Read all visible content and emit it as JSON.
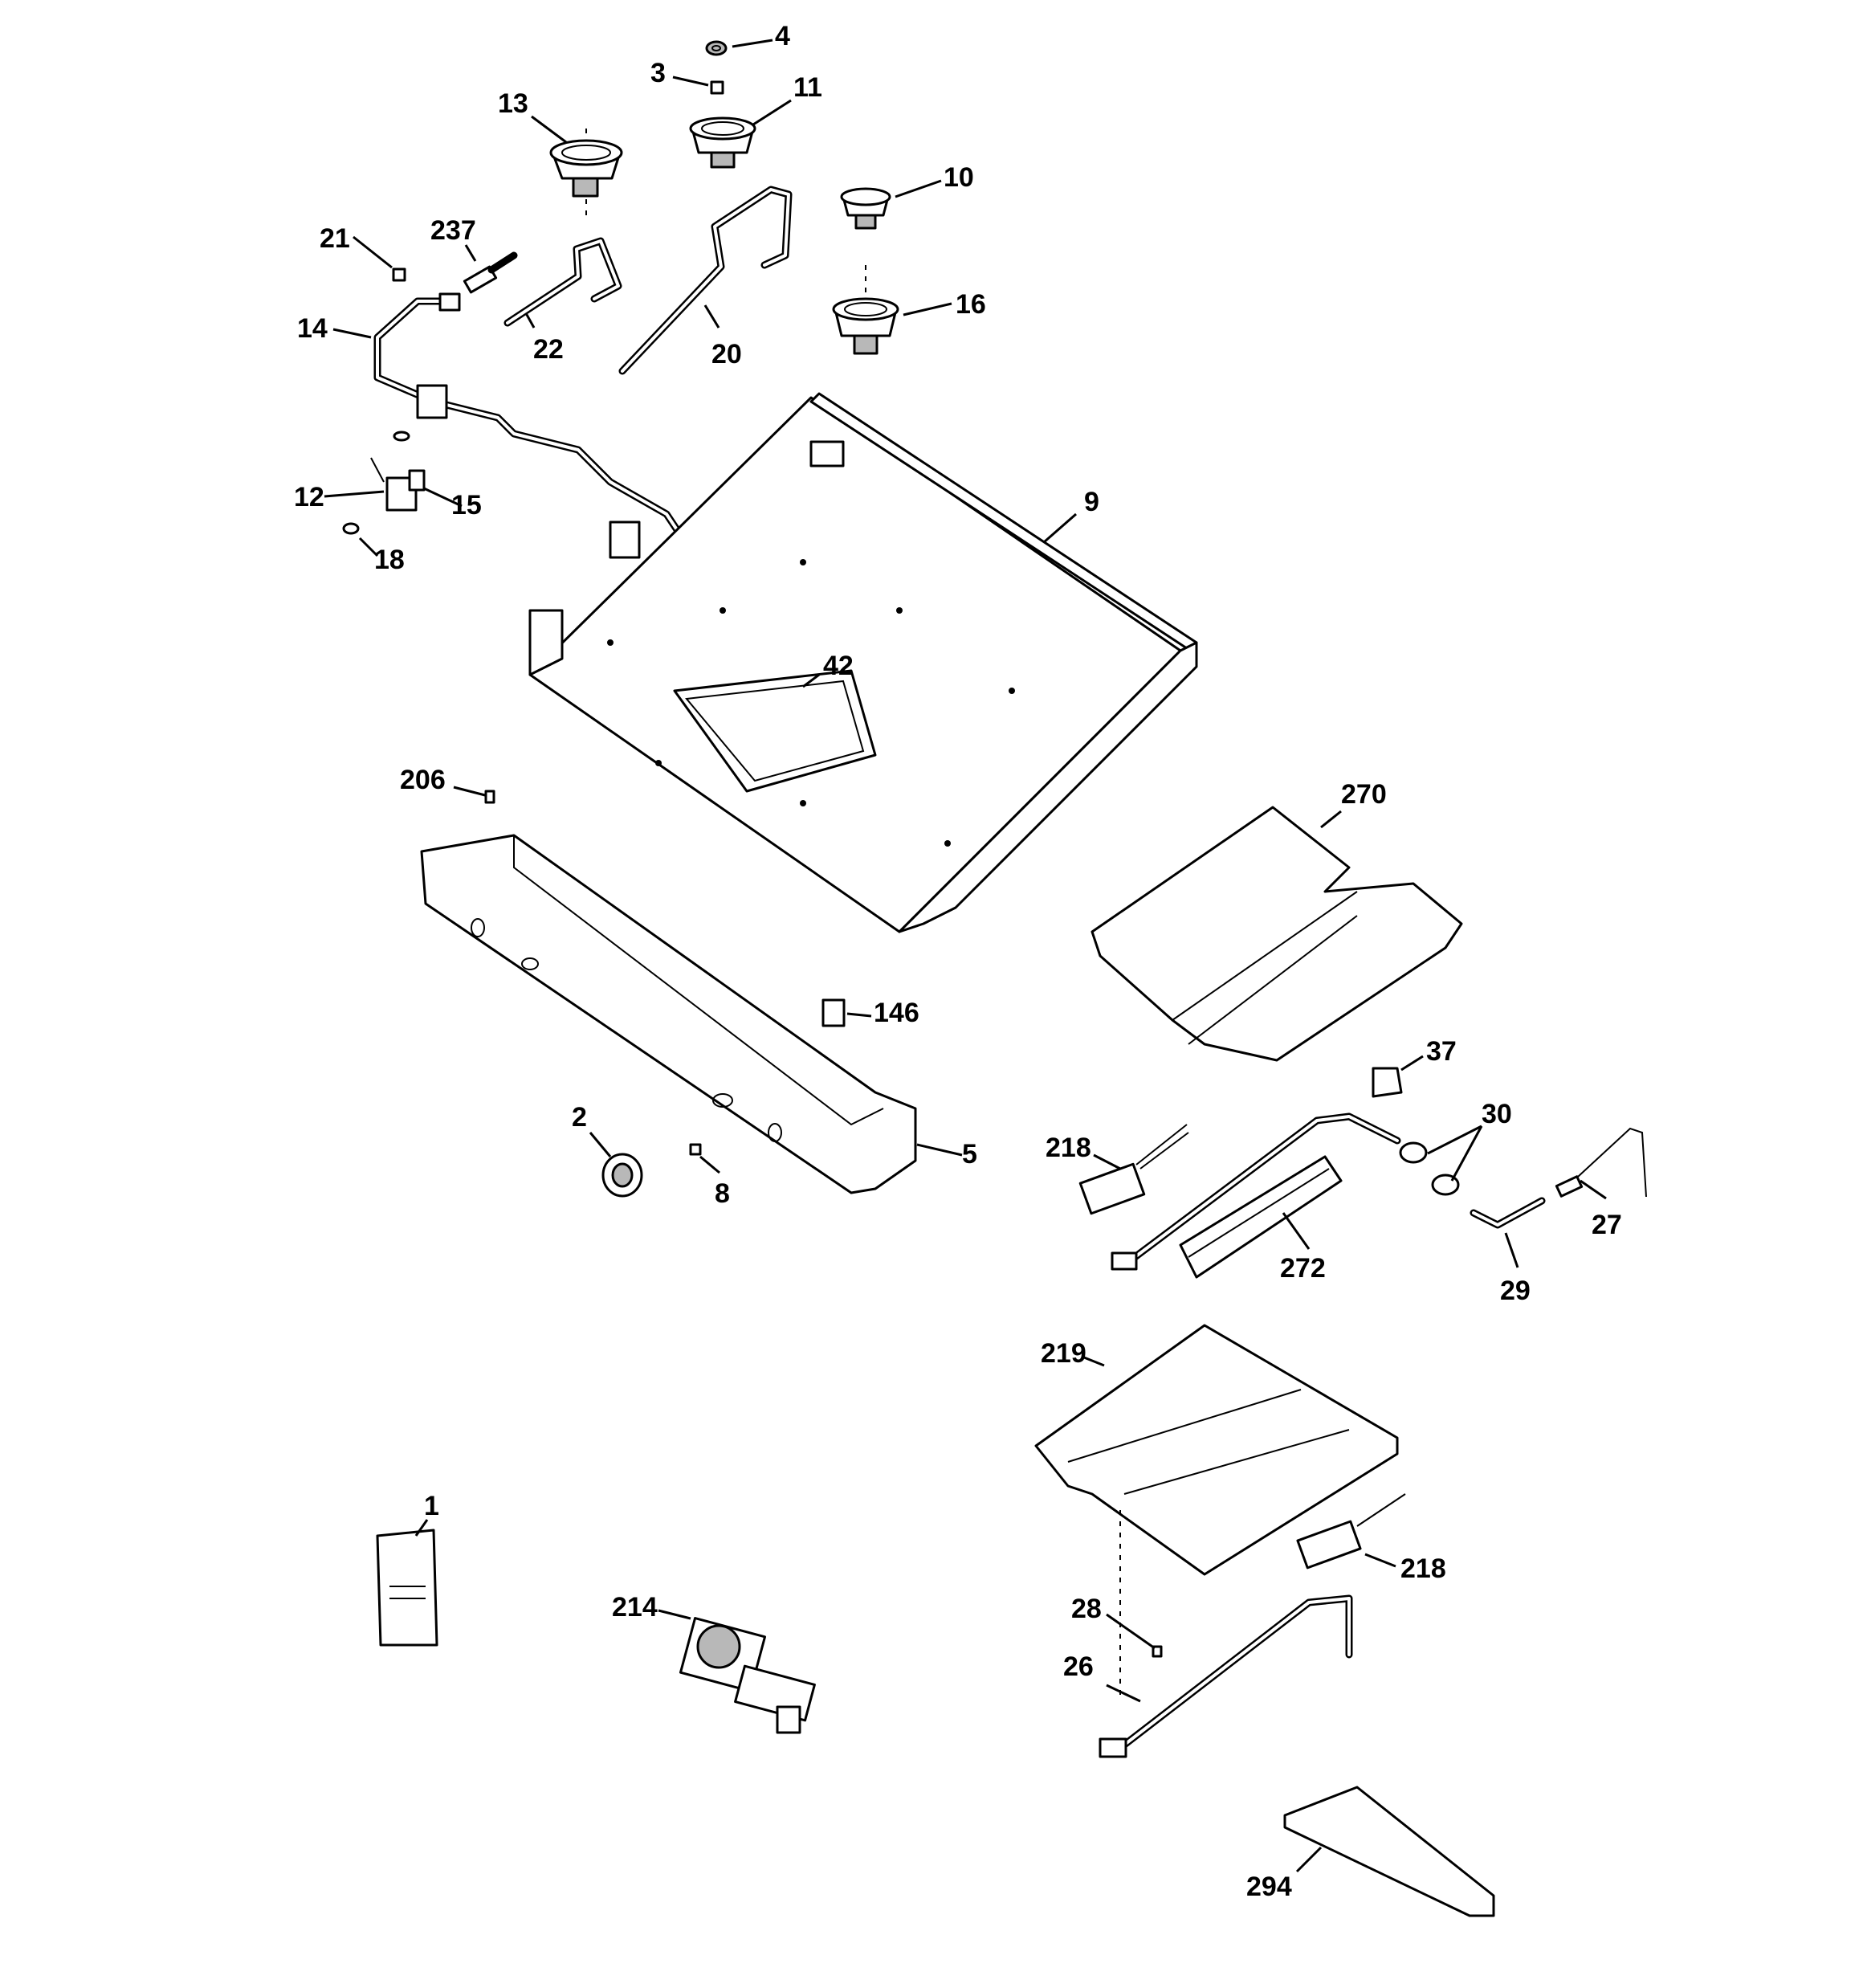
{
  "diagram": {
    "callouts": {
      "c1": "1",
      "c2": "2",
      "c3": "3",
      "c4": "4",
      "c5": "5",
      "c8": "8",
      "c9": "9",
      "c10": "10",
      "c11": "11",
      "c12": "12",
      "c13": "13",
      "c14": "14",
      "c15": "15",
      "c16": "16",
      "c18": "18",
      "c20": "20",
      "c21": "21",
      "c22": "22",
      "c26": "26",
      "c27": "27",
      "c28": "28",
      "c29": "29",
      "c30": "30",
      "c37": "37",
      "c42": "42",
      "c146": "146",
      "c206": "206",
      "c214": "214",
      "c218a": "218",
      "c218b": "218",
      "c219": "219",
      "c237": "237",
      "c270": "270",
      "c272": "272",
      "c294": "294"
    }
  }
}
